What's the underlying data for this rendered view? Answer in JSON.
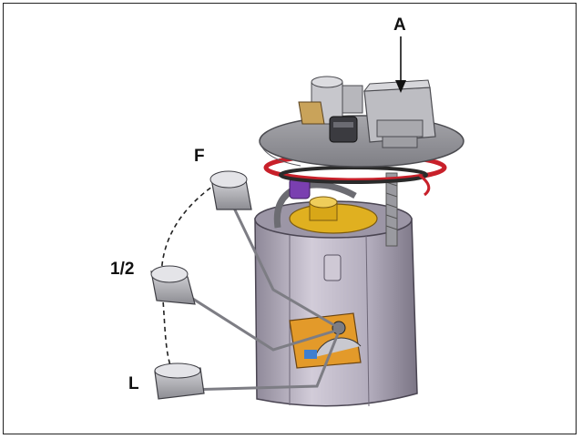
{
  "labels": {
    "a": "A",
    "f": "F",
    "half": "1/2",
    "l": "L"
  },
  "colors": {
    "flange": "#8f8f94",
    "housing": "#b9b3c2",
    "seal": "#c8202a",
    "pump_top": "#e0b020",
    "sender_board": "#e39a2a",
    "float": "#a9a9ad",
    "hose": "#7a3fb0",
    "connector": "#c9a35a"
  }
}
